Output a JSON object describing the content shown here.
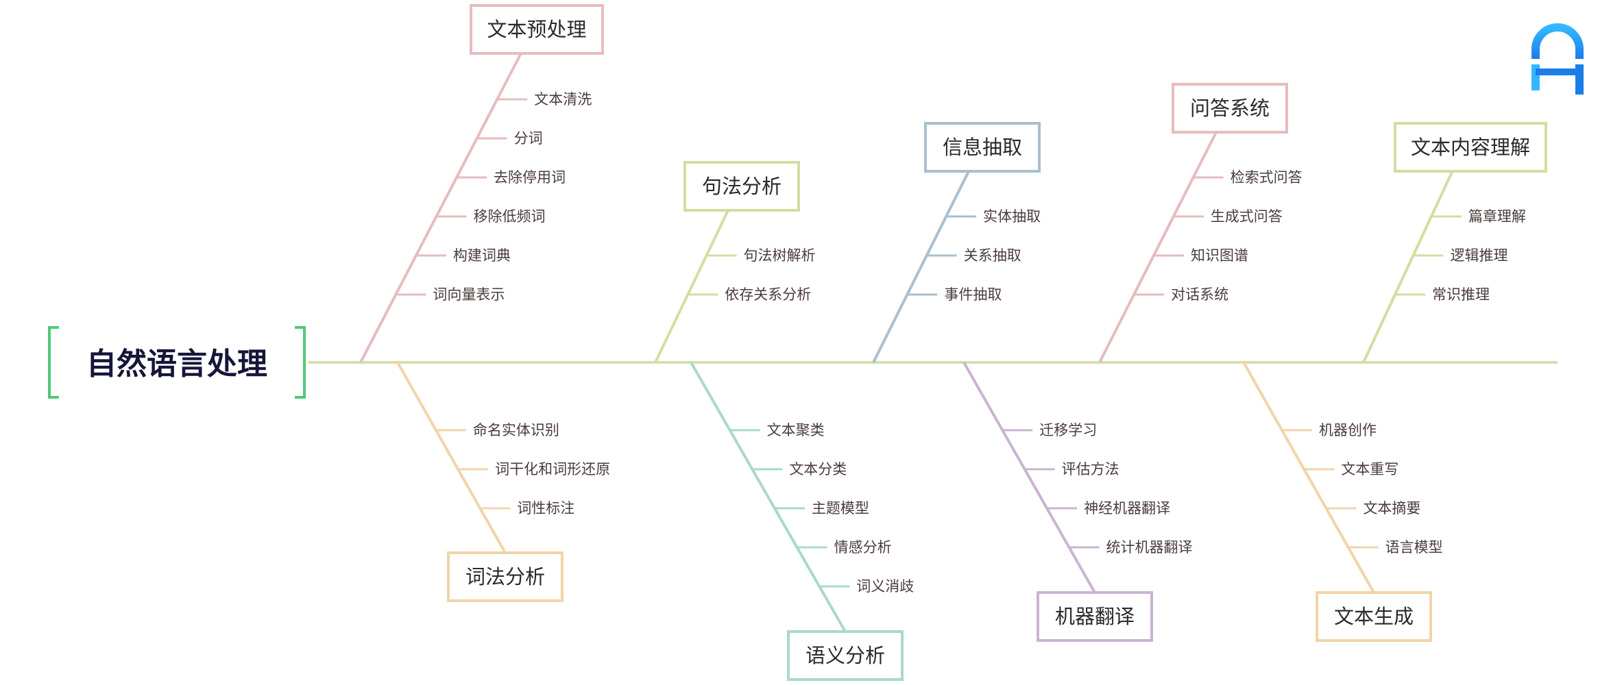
{
  "title": "自然语言处理",
  "colors": {
    "spine": "#d7ddb1",
    "title_bracket": "#4fc97a",
    "title_text": "#16163a",
    "logo_light": "#33b8ff",
    "logo_dark": "#1b7de8"
  },
  "icons": {
    "logo": "brand-logo-icon"
  },
  "branches": [
    {
      "label": "文本预处理",
      "position": "top",
      "color": "#e6bcbf",
      "items": [
        "文本清洗",
        "分词",
        "去除停用词",
        "移除低频词",
        "构建词典",
        "词向量表示"
      ]
    },
    {
      "label": "句法分析",
      "position": "top",
      "color": "#d3dda0",
      "items": [
        "句法树解析",
        "依存关系分析"
      ]
    },
    {
      "label": "信息抽取",
      "position": "top",
      "color": "#aabfcf",
      "items": [
        "实体抽取",
        "关系抽取",
        "事件抽取"
      ]
    },
    {
      "label": "问答系统",
      "position": "top",
      "color": "#e6bcbf",
      "items": [
        "检索式问答",
        "生成式问答",
        "知识图谱",
        "对话系统"
      ]
    },
    {
      "label": "文本内容理解",
      "position": "top",
      "color": "#d3dda0",
      "items": [
        "篇章理解",
        "逻辑推理",
        "常识推理"
      ]
    },
    {
      "label": "词法分析",
      "position": "bottom",
      "color": "#f1d4a8",
      "items": [
        "命名实体识别",
        "词干化和词形还原",
        "词性标注"
      ]
    },
    {
      "label": "语义分析",
      "position": "bottom",
      "color": "#a9d9cb",
      "items": [
        "文本聚类",
        "文本分类",
        "主题模型",
        "情感分析",
        "词义消歧"
      ]
    },
    {
      "label": "机器翻译",
      "position": "bottom",
      "color": "#c9b4d1",
      "items": [
        "迁移学习",
        "评估方法",
        "神经机器翻译",
        "统计机器翻译"
      ]
    },
    {
      "label": "文本生成",
      "position": "bottom",
      "color": "#f1d4a8",
      "items": [
        "机器创作",
        "文本重写",
        "文本摘要",
        "语言模型"
      ]
    }
  ]
}
